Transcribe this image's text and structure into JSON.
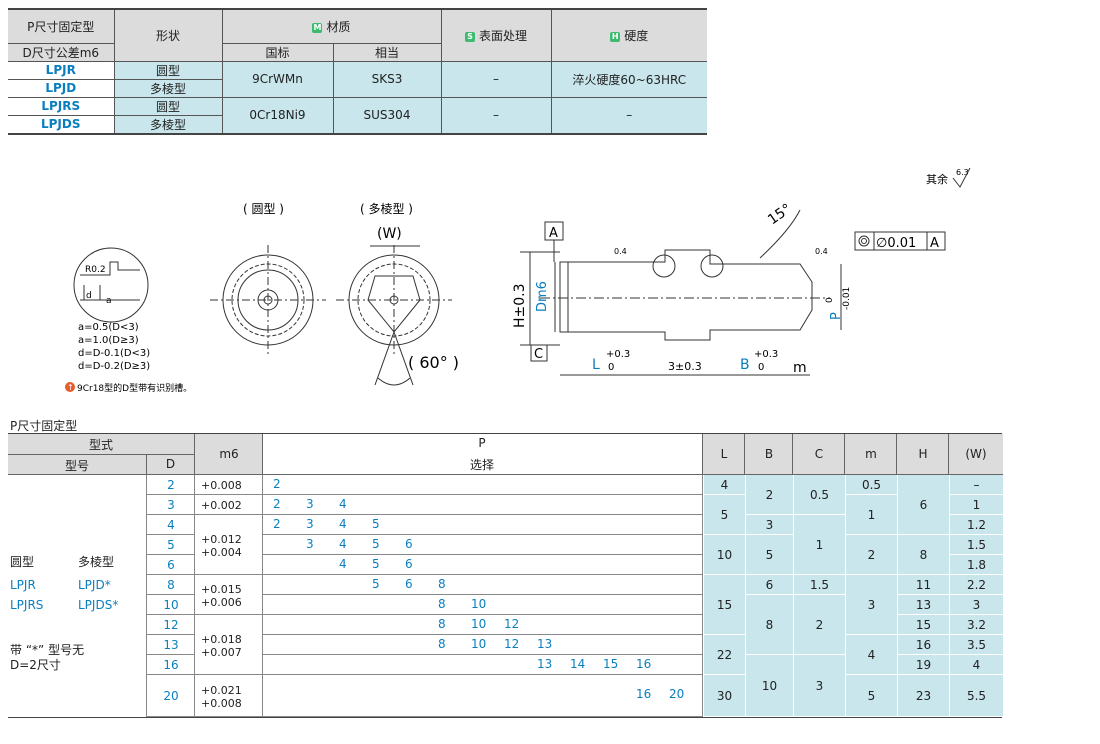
{
  "material_table": {
    "header": {
      "p_fixed": "P尺寸固定型",
      "d_tol": "D尺寸公差m6",
      "shape": "形状",
      "material": "材质",
      "material_tag": "M",
      "gb": "国标",
      "equiv": "相当",
      "surface": "表面处理",
      "surface_tag": "S",
      "hardness": "硬度",
      "hardness_tag": "H"
    },
    "rows": [
      {
        "code": "LPJR",
        "shape": "圆型"
      },
      {
        "code": "LPJD",
        "shape": "多棱型"
      },
      {
        "code": "LPJRS",
        "shape": "圆型"
      },
      {
        "code": "LPJDS",
        "shape": "多棱型"
      }
    ],
    "groups": [
      {
        "gb": "9CrWMn",
        "equiv": "SKS3",
        "surface": "–",
        "hardness": "淬火硬度60~63HRC"
      },
      {
        "gb": "0Cr18Ni9",
        "equiv": "SUS304",
        "surface": "–",
        "hardness": "–"
      }
    ]
  },
  "drawing": {
    "surface_rest": "其余",
    "roughness_rest": "6.3",
    "round_label": "( 圆型 )",
    "poly_label": "( 多棱型 )",
    "w_label": "(W)",
    "angle_label": "( 60°  )",
    "detail_r": "R0.2",
    "detail_d": "d",
    "detail_a": "a",
    "notes": [
      "a=0.5(D<3)",
      "a=1.0(D≥3)",
      "d=D-0.1(D<3)",
      "d=D-0.2(D≥3)"
    ],
    "footnote": "9Cr18型的D型带有识别槽。",
    "footnote_icon": "↑",
    "datum_a": "A",
    "datum_c": "C",
    "angle_15": "15°",
    "roughness_04": "0.4",
    "concentricity": "∅0.01",
    "conc_datum": "A",
    "h_label": "H±0.3",
    "dm6_label": "Dm6",
    "p_label": "P",
    "p_tol_upper": "0",
    "p_tol_lower": "-0.01",
    "l_label": "L",
    "l_tol_upper": "+0.3",
    "l_tol_lower": "0",
    "three_label": "3±0.3",
    "b_label": "B",
    "b_tol_upper": "+0.3",
    "b_tol_lower": "0",
    "m_label": "m"
  },
  "spec_table": {
    "title": "P尺寸固定型",
    "headers": {
      "model": "型式",
      "model_no": "型号",
      "d": "D",
      "m6": "m6",
      "p": "P",
      "select": "选择",
      "L": "L",
      "B": "B",
      "C": "C",
      "m": "m",
      "H": "H",
      "W": "(W)"
    },
    "left_labels": {
      "round": "圆型",
      "poly": "多棱型",
      "lpjr": "LPJR",
      "lpjd": "LPJD*",
      "lpjrs": "LPJRS",
      "lpjds": "LPJDS*",
      "note1": "带 “*” 型号无",
      "note2": "D=2尺寸"
    },
    "rows": [
      {
        "D": "2",
        "P": [
          "2"
        ],
        "W": "–"
      },
      {
        "D": "3",
        "P": [
          "2",
          "3",
          "4"
        ],
        "W": "1"
      },
      {
        "D": "4",
        "P": [
          "2",
          "3",
          "4",
          "5"
        ],
        "W": "1.2"
      },
      {
        "D": "5",
        "P": [
          "3",
          "4",
          "5",
          "6"
        ],
        "W": "1.5"
      },
      {
        "D": "6",
        "P": [
          "4",
          "5",
          "6"
        ],
        "W": "1.8"
      },
      {
        "D": "8",
        "P": [
          "5",
          "6",
          "8"
        ],
        "W": "2.2"
      },
      {
        "D": "10",
        "P": [
          "8",
          "10"
        ],
        "W": "3"
      },
      {
        "D": "12",
        "P": [
          "8",
          "10",
          "12"
        ],
        "W": "3.2"
      },
      {
        "D": "13",
        "P": [
          "8",
          "10",
          "12",
          "13"
        ],
        "W": "3.5"
      },
      {
        "D": "16",
        "P": [
          "13",
          "14",
          "15",
          "16"
        ],
        "W": "4"
      },
      {
        "D": "20",
        "P": [
          "16",
          "20"
        ],
        "W": "5.5"
      }
    ],
    "m6_groups": [
      {
        "upper": "+0.008",
        "lower": ""
      },
      {
        "upper": "+0.002",
        "lower": ""
      },
      {
        "upper": "+0.012",
        "lower": "+0.004"
      },
      {
        "upper": "+0.015",
        "lower": "+0.006"
      },
      {
        "upper": "+0.018",
        "lower": "+0.007"
      },
      {
        "upper": "+0.021",
        "lower": "+0.008"
      }
    ],
    "L_groups": [
      "4",
      "5",
      "10",
      "15",
      "22",
      "30"
    ],
    "B_groups": [
      "2",
      "3",
      "5",
      "6",
      "8",
      "10"
    ],
    "C_groups": [
      "0.5",
      "1",
      "1.5",
      "2",
      "3"
    ],
    "m_groups": [
      "0.5",
      "1",
      "2",
      "3",
      "4",
      "5"
    ],
    "H_values": [
      "6",
      "8",
      "11",
      "13",
      "15",
      "16",
      "19",
      "23"
    ],
    "p_columns": [
      "2",
      "3",
      "4",
      "5",
      "6",
      "8",
      "10",
      "12",
      "13",
      "14",
      "15",
      "16",
      "20"
    ]
  }
}
